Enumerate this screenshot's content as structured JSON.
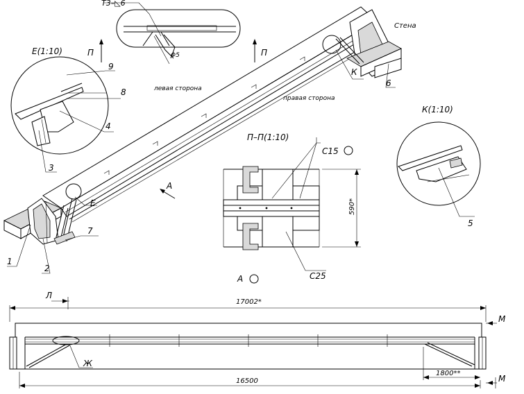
{
  "labels": {
    "section_p_left": "П",
    "section_p_right": "П",
    "detail_e_title": "Е(1:10)",
    "detail_k_title": "К(1:10)",
    "section_pp_title": "П–П(1:10)",
    "view_a": "А",
    "view_a_ref": "А",
    "node_e": "Е",
    "node_k": "К",
    "node_zh": "Ж",
    "mark_l": "Л",
    "mark_m_top": "М",
    "mark_m_bottom": "М",
    "left_side": "левая сторона",
    "right_side": "правая сторона",
    "wall": "Стена",
    "weld_symbol": "Т3–◺6",
    "hole_diameter": "Φ5",
    "channel_c15": "С15",
    "channel_c25": "С25",
    "dim_total": "17002*",
    "dim_span": "16500",
    "dim_right": "1800**",
    "dim_height": "590*"
  },
  "callouts": [
    "1",
    "2",
    "3",
    "4",
    "5",
    "6",
    "7",
    "8",
    "9"
  ]
}
